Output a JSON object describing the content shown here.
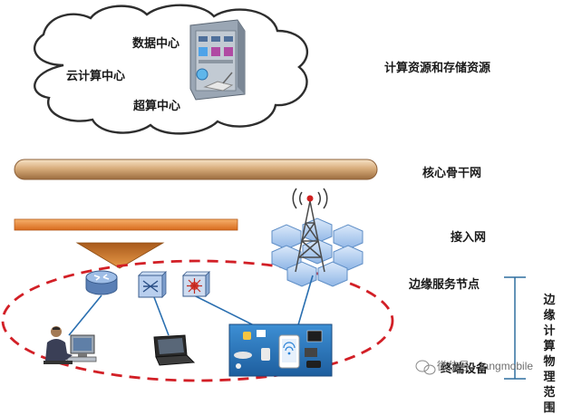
{
  "cloud": {
    "items": [
      "数据中心",
      "云计算中心",
      "超算中心"
    ]
  },
  "layers": {
    "compute_storage": "计算资源和存储资源",
    "backbone": "核心骨干网",
    "access": "接入网",
    "edge_node": "边缘服务节点",
    "terminal": "终端设备"
  },
  "range_label": "边缘计算物理范围",
  "watermark": "微信号：langmobile",
  "colors": {
    "cloud_outline": "#333333",
    "backbone": "#c89a6a",
    "access": "#e4842f",
    "ellipse": "#d21f26",
    "bracket": "#2f6f9f",
    "device_blue": "#4a88c8"
  },
  "icons": {
    "server": "data-center-server-icon",
    "router": "router-icon",
    "switch": "switch-icon",
    "firewall": "firewall-icon",
    "tower": "cell-tower-icon",
    "user": "user-at-computer-icon",
    "laptop": "laptop-icon",
    "iot": "iot-devices-panel-icon"
  }
}
